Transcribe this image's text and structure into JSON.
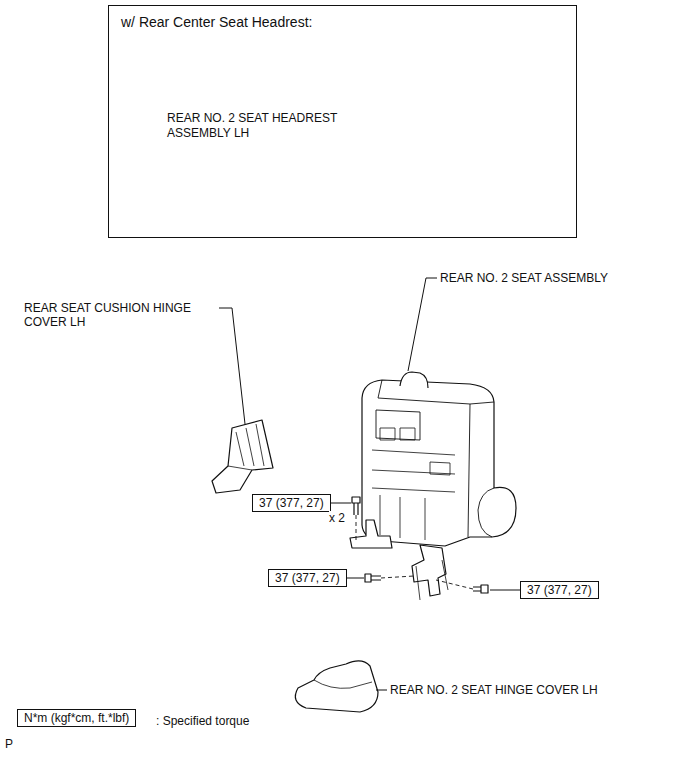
{
  "diagram": {
    "nodes": [
      {
        "text": [
          "w/ Rear Center Seat Headrest:",
          "REAR NO. 2 SEAT HEADREST ASSEMBLY LH"
        ]
      },
      {
        "text": [
          "37 (377, 27)"
        ]
      },
      {
        "text": [
          "37 (377, 27)"
        ]
      },
      {
        "text": [
          "37 (377, 27)"
        ]
      },
      {
        "text": [
          "N*m (kgf*cm, ft.*lbf)"
        ]
      }
    ],
    "labels": [
      "REAR NO. 2 SEAT ASSEMBLY",
      "REAR SEAT CUSHION HINGE COVER LH",
      "x 2",
      "REAR NO. 2 SEAT HINGE COVER LH",
      "P"
    ],
    "legend": [
      {
        "text": ": Specified torque"
      }
    ]
  }
}
